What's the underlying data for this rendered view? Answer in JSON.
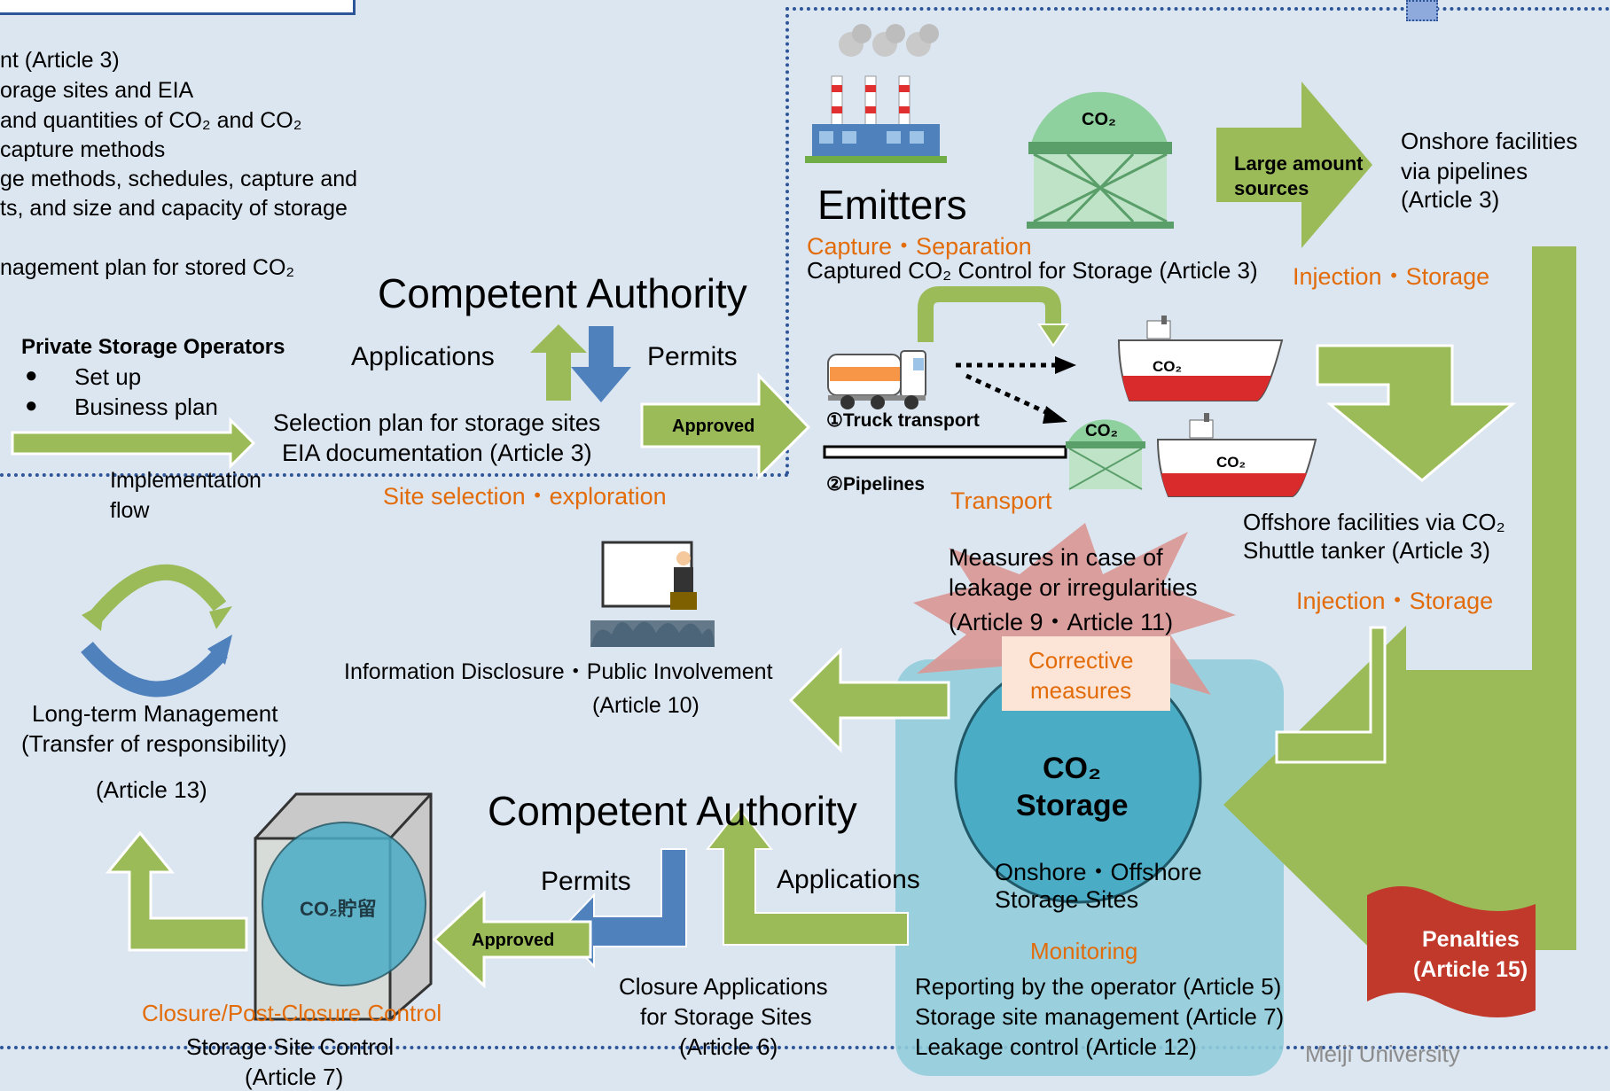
{
  "top_left_list": [
    "nt (Article 3)",
    "orage sites and EIA",
    " and quantities of CO₂ and CO₂",
    " capture methods",
    "ge methods, schedules, capture and",
    "ts, and size and capacity of storage",
    "nagement plan for stored CO₂"
  ],
  "operators": {
    "title": "Private Storage Operators",
    "bullets": [
      "Set up",
      "Business plan"
    ]
  },
  "implementation_flow": [
    "Implementation",
    "flow"
  ],
  "authority_top": {
    "title": "Competent Authority",
    "applications": "Applications",
    "permits": "Permits"
  },
  "selection_plan": [
    "Selection plan for storage sites",
    "EIA documentation (Article 3)"
  ],
  "approved_label": "Approved",
  "site_selection": "Site selection・exploration",
  "emitters": {
    "title": "Emitters",
    "capture": "Capture・Separation",
    "captured": "Captured CO₂ Control for Storage (Article 3)",
    "tank_label": "CO₂"
  },
  "large_amount": [
    "Large amount",
    "sources"
  ],
  "onshore_facilities": [
    "Onshore facilities",
    "via pipelines",
    "(Article 3)"
  ],
  "injection_storage": "Injection・Storage",
  "truck_transport": "①Truck transport",
  "pipelines": "②Pipelines",
  "transport": "Transport",
  "co2": "CO₂",
  "offshore_facilities": [
    "Offshore facilities via CO₂",
    "Shuttle tanker (Article 3)"
  ],
  "leakage": [
    "Measures in case of",
    "leakage or irregularities",
    "(Article 9・Article 11)"
  ],
  "corrective": [
    "Corrective",
    "measures"
  ],
  "storage": {
    "title_line1": "CO₂",
    "title_line2": "Storage",
    "sites": [
      "Onshore・Offshore",
      "Storage Sites"
    ],
    "monitoring": "Monitoring",
    "reports": [
      "Reporting by the operator (Article 5)",
      "Storage site management  (Article 7)",
      "Leakage control (Article 12)"
    ]
  },
  "info_disclosure": [
    "Information Disclosure・Public Involvement",
    "(Article 10)"
  ],
  "long_term": [
    "Long-term Management",
    "(Transfer of responsibility)",
    "(Article 13)"
  ],
  "authority_bottom": {
    "title": "Competent Authority",
    "permits": "Permits",
    "applications": "Applications"
  },
  "closure_applications": [
    "Closure Applications",
    "for Storage Sites",
    "(Article 6)"
  ],
  "closure_control": "Closure/Post-Closure Control",
  "storage_site_control": [
    "Storage Site Control",
    "(Article 7)"
  ],
  "cube_label": "CO₂貯留",
  "penalties": [
    "Penalties",
    "(Article 15)"
  ],
  "watermark": "Meiji University",
  "colors": {
    "arrow_green": "#9bbb59",
    "arrow_blue": "#4f81bd",
    "orange_text": "#e36c0a",
    "storage_blue": "#4bacc6",
    "penalty_red": "#c0392b",
    "dotted_border": "#2e5597"
  }
}
